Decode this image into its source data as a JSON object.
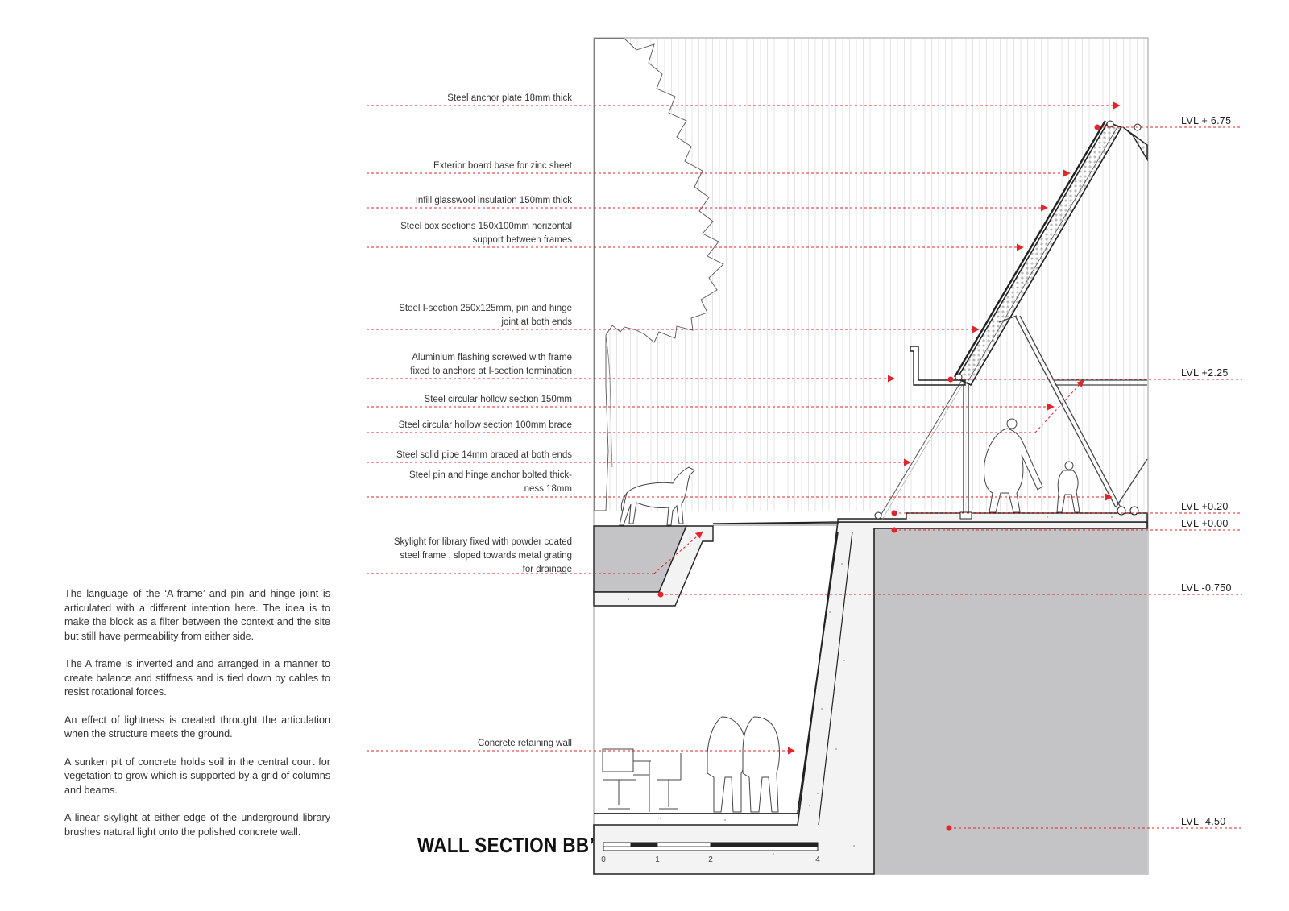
{
  "title": "WALL SECTION BB’",
  "annotations": [
    {
      "lines": [
        "Steel anchor plate 18mm thick"
      ]
    },
    {
      "lines": [
        "Exterior board base for zinc sheet"
      ]
    },
    {
      "lines": [
        "Infill glasswool insulation 150mm thick"
      ]
    },
    {
      "lines": [
        "Steel box sections 150x100mm horizontal",
        "support between frames"
      ]
    },
    {
      "lines": [
        "Steel I-section 250x125mm, pin and hinge",
        "joint at both ends"
      ]
    },
    {
      "lines": [
        "Aluminium flashing screwed with frame",
        "fixed to anchors at I-section termination"
      ]
    },
    {
      "lines": [
        "Steel circular hollow section 150mm"
      ]
    },
    {
      "lines": [
        "Steel circular hollow section 100mm brace"
      ]
    },
    {
      "lines": [
        "Steel solid pipe 14mm braced at both ends"
      ]
    },
    {
      "lines": [
        "Steel pin and hinge anchor bolted thick-",
        "ness 18mm"
      ]
    },
    {
      "lines": [
        "Skylight for library fixed with powder coated",
        "steel frame , sloped towards metal grating",
        "for drainage"
      ]
    },
    {
      "lines": [
        "Concrete retaining wall"
      ]
    }
  ],
  "levels": [
    "LVL + 6.75",
    "LVL +2.25",
    "LVL +0.20",
    "LVL +0.00",
    "LVL -0.750",
    "LVL -4.50"
  ],
  "description": [
    "The language of the ‘A-frame’ and pin and hinge joint is articulated with a different intention here. The idea is to make the block as a filter between the context and the site but still have permeability from either side.",
    "The A frame is inverted and and arranged in a manner to create balance and stiffness and is tied down by cables to resist rotational forces.",
    "An effect of lightness is created throught the articulation when the structure meets the ground.",
    "A sunken pit of concrete holds soil in the central court for vegetation to grow which is supported by a grid of columns and beams.",
    "A linear skylight at either edge of the underground library brushes natural light onto the polished concrete wall."
  ],
  "scale_bar": {
    "labels": [
      "0",
      "1",
      "2",
      "4"
    ]
  },
  "colors": {
    "accent": "#e0252b",
    "concrete_fill": "#c4c4c6",
    "line": "#333333"
  }
}
